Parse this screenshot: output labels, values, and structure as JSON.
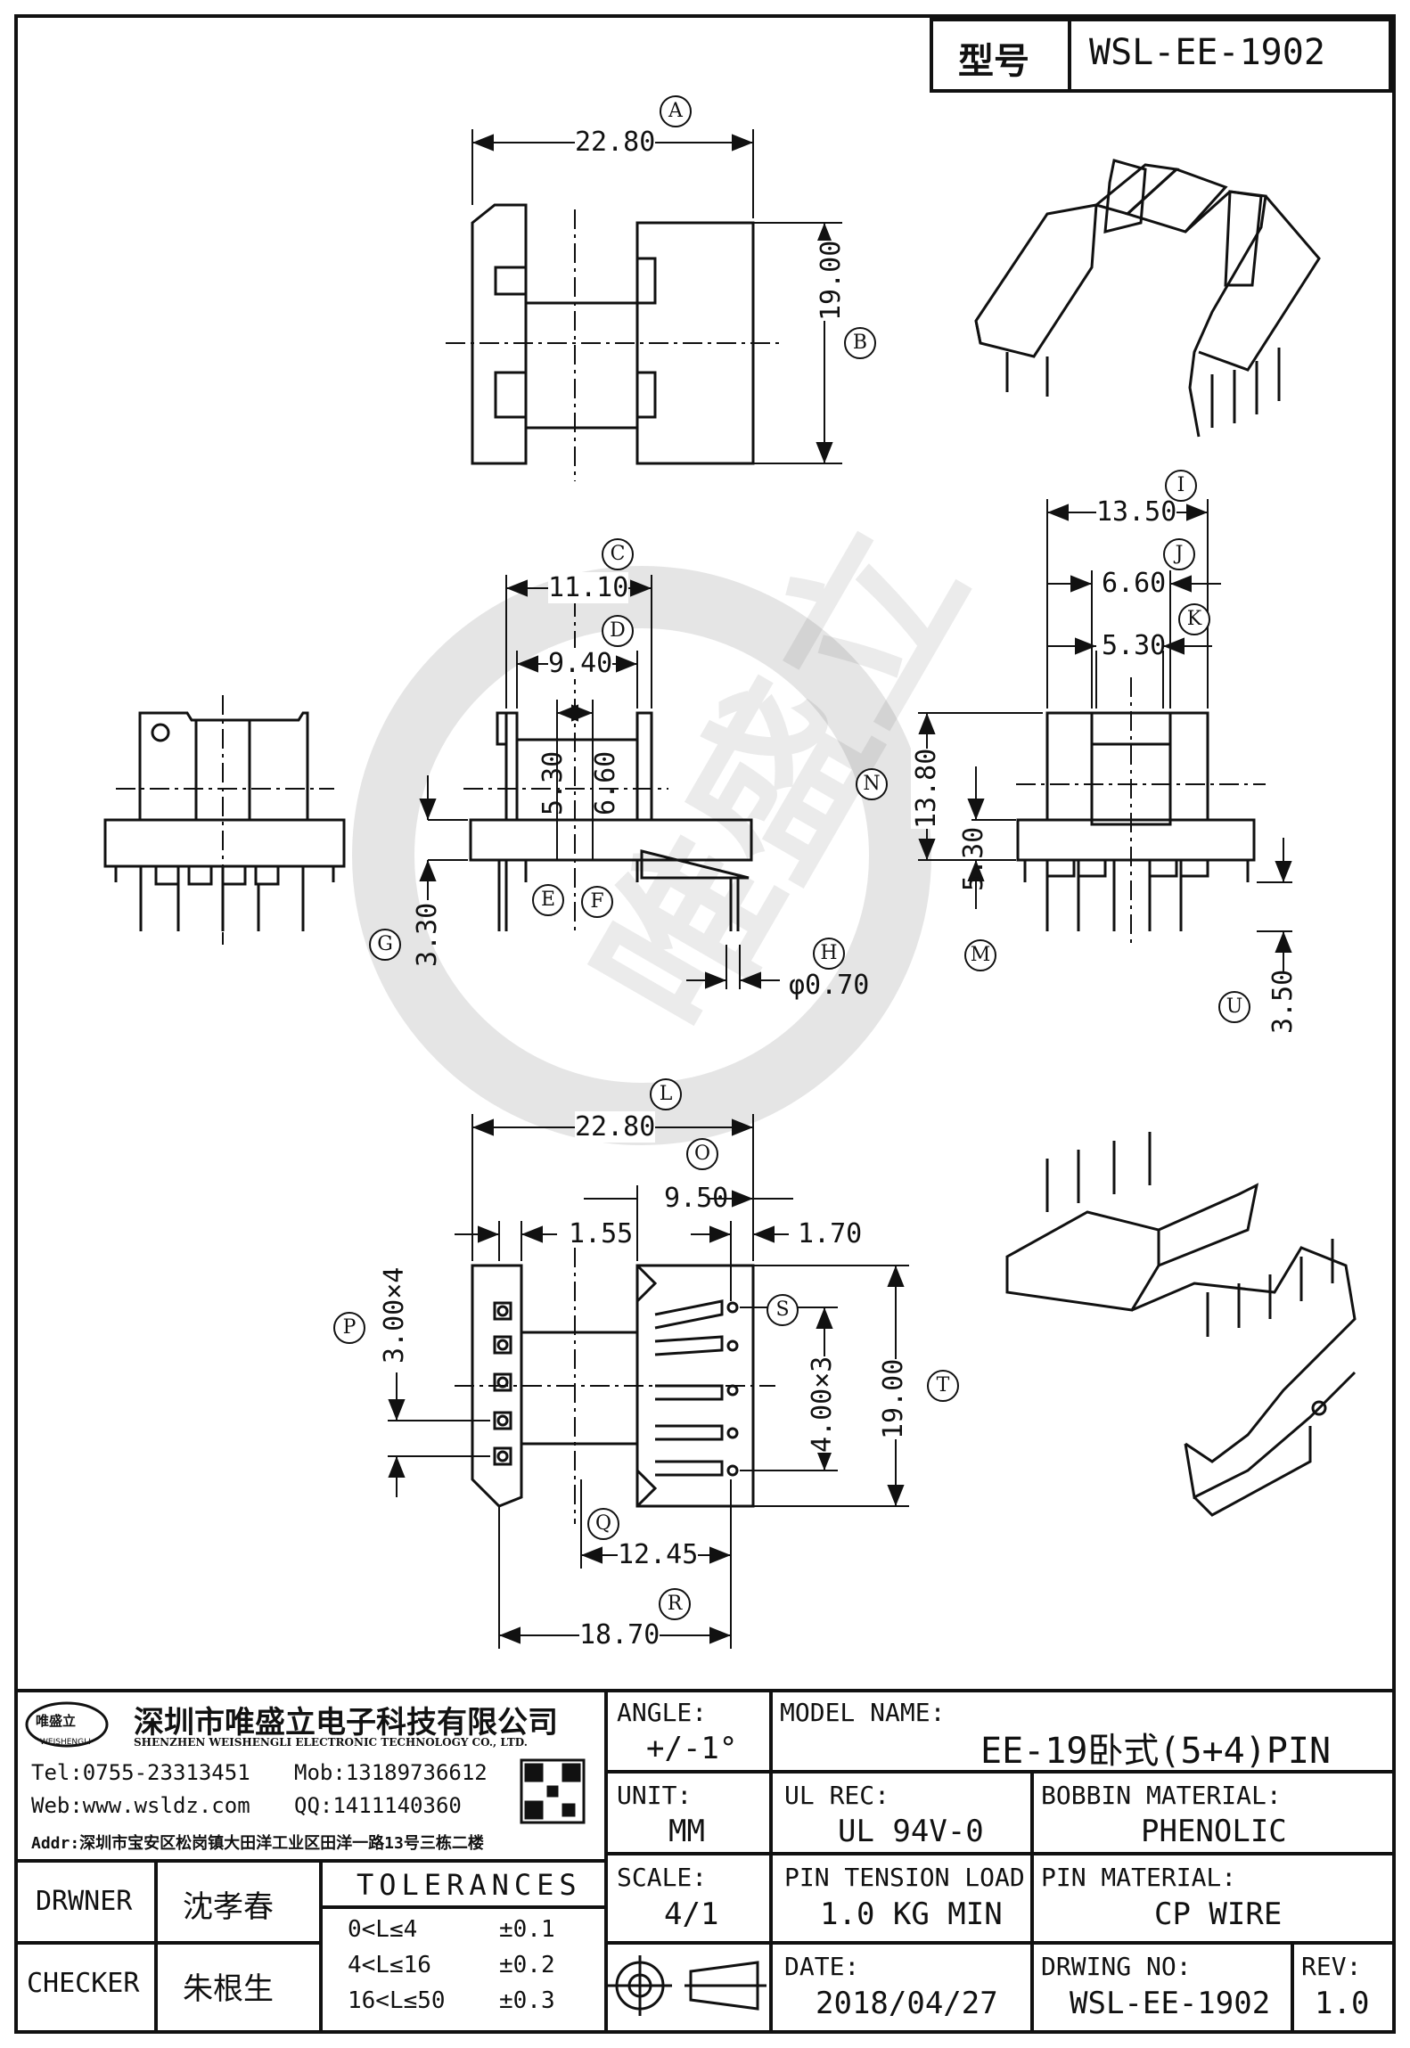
{
  "header": {
    "type_label": "型号",
    "model_code": "WSL-EE-1902"
  },
  "dimensions": {
    "A": "22.80",
    "B": "19.00",
    "C": "11.10",
    "D": "9.40",
    "E": "5.30",
    "F": "6.60",
    "G": "3.30",
    "H": "φ0.70",
    "I": "13.50",
    "J": "6.60",
    "K": "5.30",
    "M": "5.30",
    "N": "13.80",
    "U": "3.50",
    "L": "22.80",
    "O": "9.50",
    "Q": "12.45",
    "R": "18.70",
    "P": "3.00×4",
    "S": "4.00×3",
    "T": "19.00",
    "X155": "1.55",
    "X170": "1.70"
  },
  "markers": [
    "A",
    "B",
    "C",
    "D",
    "E",
    "F",
    "G",
    "H",
    "I",
    "J",
    "K",
    "M",
    "N",
    "U",
    "L",
    "O",
    "P",
    "Q",
    "R",
    "S",
    "T"
  ],
  "company": {
    "logo_text": "唯盛立",
    "logo_sub": "WEISHENGLI",
    "name_cn": "深圳市唯盛立电子科技有限公司",
    "name_en": "SHENZHEN WEISHENGLI ELECTRONIC TECHNOLOGY CO., LTD.",
    "tel": "Tel:0755-23313451",
    "mob": "Mob:13189736612",
    "web": "Web:www.wsldz.com",
    "qq": "QQ:1411140360",
    "addr": "Addr:深圳市宝安区松岗镇大田洋工业区田洋一路13号三栋二楼"
  },
  "title_block": {
    "angle_label": "ANGLE:",
    "angle_value": "+/-1°",
    "model_name_label": "MODEL NAME:",
    "model_name_value": "EE-19卧式(5+4)PIN",
    "unit_label": "UNIT:",
    "unit_value": "MM",
    "ul_rec_label": "UL REC:",
    "ul_rec_value": "UL 94V-0",
    "bobbin_material_label": "BOBBIN MATERIAL:",
    "bobbin_material_value": "PHENOLIC",
    "scale_label": "SCALE:",
    "scale_value": "4/1",
    "pin_tension_label": "PIN TENSION LOAD:",
    "pin_tension_value": "1.0 KG MIN",
    "pin_material_label": "PIN MATERIAL:",
    "pin_material_value": "CP WIRE",
    "date_label": "DATE:",
    "date_value": "2018/04/27",
    "drwing_no_label": "DRWING NO:",
    "drwing_no_value": "WSL-EE-1902",
    "rev_label": "REV:",
    "rev_value": "1.0",
    "drawer_label": "DRWNER",
    "drawer_value": "沈孝春",
    "checker_label": "CHECKER",
    "checker_value": "朱根生",
    "tolerances_label": "TOLERANCES",
    "tolerances": [
      {
        "range": "0<L≤4",
        "value": "±0.1"
      },
      {
        "range": "4<L≤16",
        "value": "±0.2"
      },
      {
        "range": "16<L≤50",
        "value": "±0.3"
      }
    ]
  }
}
